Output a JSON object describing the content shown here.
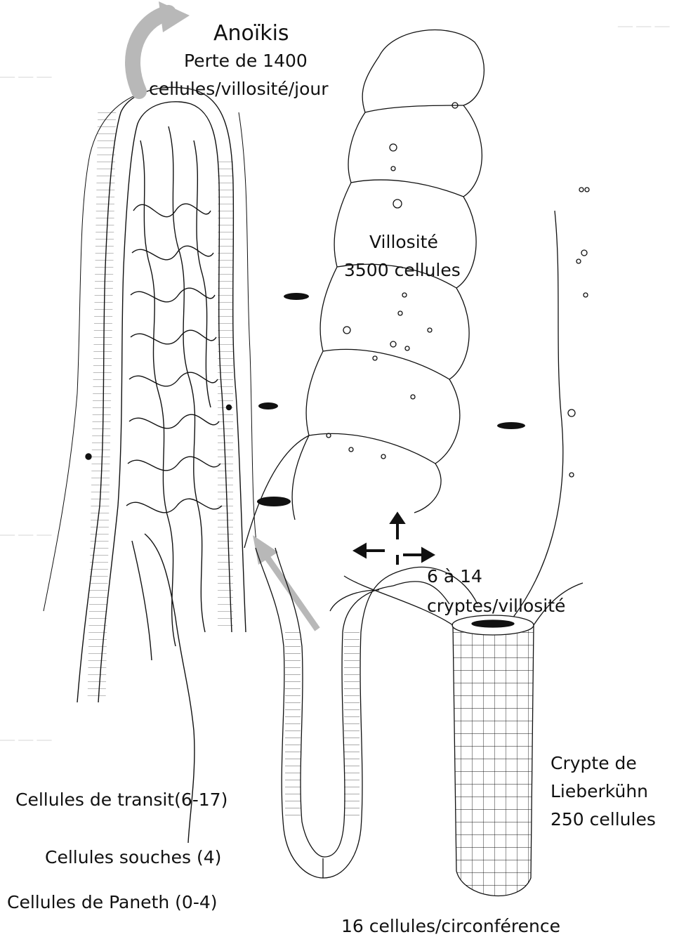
{
  "labels": {
    "anoikis_title": "Anoïkis",
    "anoikis_line1": "Perte de 1400",
    "anoikis_line2": "cellules/villosité/jour",
    "villus_line1": "Villosité",
    "villus_line2": "3500 cellules",
    "cryptes_line1": "6 à 14",
    "cryptes_line2": "cryptes/villosité",
    "crypt_line1": "Crypte de",
    "crypt_line2": "Lieberkühn",
    "crypt_line3": "250 cellules",
    "transit": "Cellules de transit(6-17)",
    "souches": "Cellules souches (4)",
    "paneth": "Cellules de Paneth (0-4)",
    "circumference": "16 cellules/circonférence"
  },
  "colors": {
    "ink": "#111111",
    "arrow_gray": "#b8b8b8",
    "ghost_text": "#d6d6d6"
  }
}
